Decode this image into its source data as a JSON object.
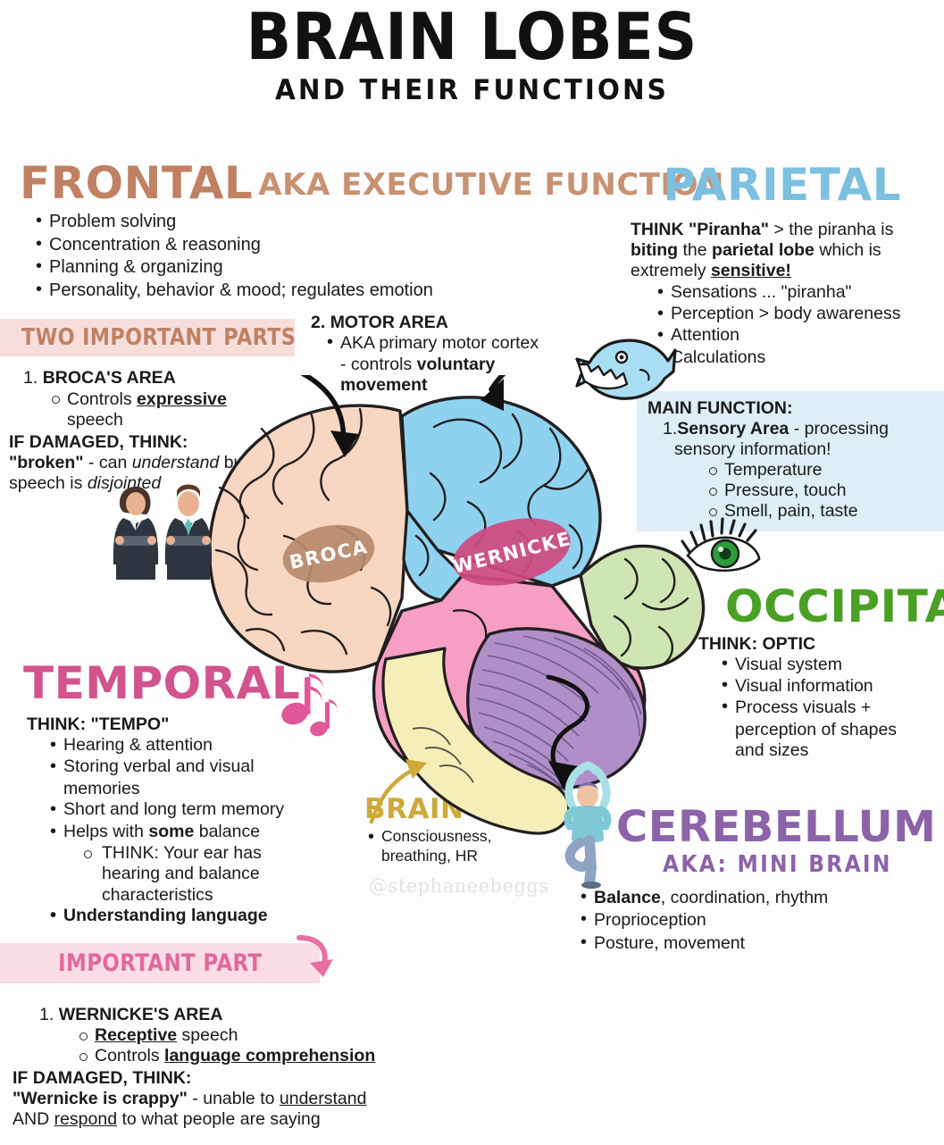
{
  "header": {
    "title": "BRAIN LOBES",
    "subtitle": "AND THEIR FUNCTIONS"
  },
  "watermark": "@stephaneebeggs",
  "colors": {
    "frontal": "#c08163",
    "frontal_banner_bg": "#f8dedb",
    "parietal": "#7cc0e0",
    "parietal_box_bg": "#ddeef6",
    "occipital": "#4aa024",
    "temporal": "#d2538e",
    "temporal_banner_bg": "#fadde6",
    "brainstem": "#cfa93a",
    "cerebellum": "#8c62a8",
    "brain_frontal_fill": "#f7d7c2",
    "brain_parietal_fill": "#8fd2ef",
    "brain_temporal_fill": "#f79ec4",
    "brain_occipital_fill": "#cfe6b4",
    "brain_cerebellum_fill": "#b08fc9",
    "brain_stem_fill": "#f5eeb8",
    "broca_oval": "#b78a6e",
    "wernicke_oval": "#cf4a80"
  },
  "frontal": {
    "name": "FRONTAL",
    "aka": "AKA EXECUTIVE FUNCTION",
    "bullets": [
      "Problem solving",
      "Concentration & reasoning",
      "Planning & organizing",
      "Personality, behavior & mood; regulates emotion"
    ],
    "banner": "TWO IMPORTANT PARTS",
    "broca": {
      "number": "1.",
      "title": "BROCA'S AREA",
      "sub_pre": "Controls ",
      "sub_underline": "expressive",
      "sub_cont": "speech",
      "damaged_label": "IF DAMAGED, THINK:",
      "damaged_a": "\"broken\"",
      "damaged_b": " - can ",
      "damaged_c": "understand",
      "damaged_d": " but",
      "damaged_e": "speech is ",
      "damaged_f": "disjointed"
    },
    "motor": {
      "number": "2.",
      "title": "MOTOR AREA",
      "bullet_a": "AKA primary motor cortex",
      "bullet_b": "- controls ",
      "bullet_b_bold": "voluntary",
      "bullet_c": "movement"
    }
  },
  "parietal": {
    "name": "PARIETAL",
    "think_1a": "THINK \"Piranha\"",
    "think_1b": " > the piranha is",
    "think_2a": "biting",
    "think_2b": " the ",
    "think_2c": "parietal lobe",
    "think_2d": " which is",
    "think_3a": "extremely ",
    "think_3b": "sensitive!",
    "bullets": [
      "Sensations ... \"piranha\"",
      "Perception > body awareness",
      "Attention",
      "Calculations"
    ],
    "main_function_label": "MAIN FUNCTION:",
    "main_function_number": "1.",
    "main_function_bold": "Sensory Area",
    "main_function_rest": " - processing",
    "main_function_cont": "sensory information!",
    "main_function_subs": [
      "Temperature",
      "Pressure, touch",
      "Smell, pain, taste"
    ]
  },
  "occipital": {
    "name": "OCCIPITAL",
    "think": "THINK: OPTIC",
    "bullets": [
      "Visual system",
      "Visual information",
      "Process visuals +"
    ],
    "bullet3_cont_a": "perception of shapes",
    "bullet3_cont_b": "and sizes"
  },
  "temporal": {
    "name": "TEMPORAL",
    "think": "THINK: \"TEMPO\"",
    "bullets": [
      "Hearing & attention",
      "Storing verbal and visual",
      "Short and long term memory"
    ],
    "bullet2_cont": "memories",
    "bullet4_a": "Helps with ",
    "bullet4_b": "some",
    "bullet4_c": " balance",
    "sub_a": "THINK: Your ear has",
    "sub_b": "hearing and balance",
    "sub_c": "characteristics",
    "bullet5": "Understanding language",
    "banner": "IMPORTANT PART",
    "wernicke": {
      "number": "1.",
      "title": "WERNICKE'S AREA",
      "sub1_underline": "Receptive",
      "sub1_rest": " speech",
      "sub2_pre": "Controls ",
      "sub2_underline": "language comprehension",
      "damaged_label": "IF DAMAGED, THINK:",
      "damaged_a": "\"Wernicke is crappy\"",
      "damaged_b": " - unable to ",
      "damaged_c": "understand",
      "damaged_d": "AND ",
      "damaged_e": "respond",
      "damaged_f": " to what people are saying"
    }
  },
  "brainstem": {
    "name": "BRAIN STEM",
    "bullets": [
      "Consciousness,"
    ],
    "bullet_cont": "breathing, HR"
  },
  "cerebellum": {
    "name": "CEREBELLUM",
    "aka": "AKA: MINI BRAIN",
    "bullet1_bold": "Balance",
    "bullet1_rest": ", coordination, rhythm",
    "bullets": [
      "Proprioception",
      "Posture, movement"
    ]
  },
  "diagram": {
    "broca_label": "BROCA",
    "wernicke_label": "WERNICKE"
  }
}
